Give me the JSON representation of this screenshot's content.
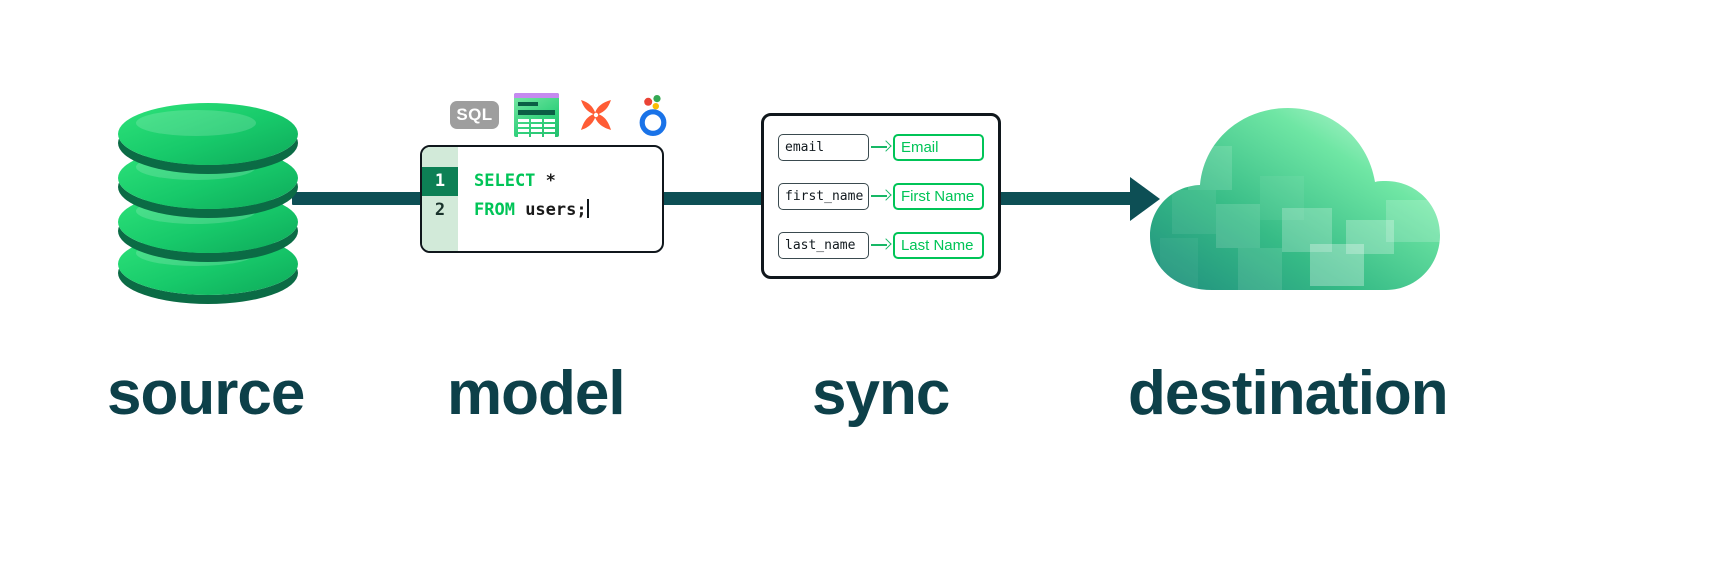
{
  "diagram": {
    "title": "source to destination data pipeline",
    "accent_green": "#00c457",
    "dark_teal": "#0d4f55",
    "label_color": "#0d4049"
  },
  "stages": [
    {
      "id": "source",
      "label": "source",
      "icon": "database-cylinder-icon"
    },
    {
      "id": "model",
      "label": "model",
      "icon": "sql-editor-icon"
    },
    {
      "id": "sync",
      "label": "sync",
      "icon": "field-mapping-icon"
    },
    {
      "id": "destination",
      "label": "destination",
      "icon": "cloud-icon"
    }
  ],
  "model": {
    "tools": [
      {
        "name": "sql-icon",
        "label": "SQL"
      },
      {
        "name": "spreadsheet-icon",
        "label": ""
      },
      {
        "name": "dbt-icon",
        "label": ""
      },
      {
        "name": "looker-icon",
        "label": ""
      }
    ],
    "editor": {
      "lines": [
        {
          "number": "1",
          "active": true,
          "keyword": "SELECT",
          "rest": " *"
        },
        {
          "number": "2",
          "active": false,
          "keyword": "FROM",
          "rest": " users;"
        }
      ]
    }
  },
  "sync": {
    "mappings": [
      {
        "source_field": "email",
        "destination_field": "Email"
      },
      {
        "source_field": "first_name",
        "destination_field": "First Name"
      },
      {
        "source_field": "last_name",
        "destination_field": "Last Name"
      }
    ]
  },
  "connectors": [
    {
      "from": "source",
      "to": "model",
      "style": "line"
    },
    {
      "from": "model",
      "to": "sync",
      "style": "line"
    },
    {
      "from": "sync",
      "to": "destination",
      "style": "arrow"
    }
  ]
}
